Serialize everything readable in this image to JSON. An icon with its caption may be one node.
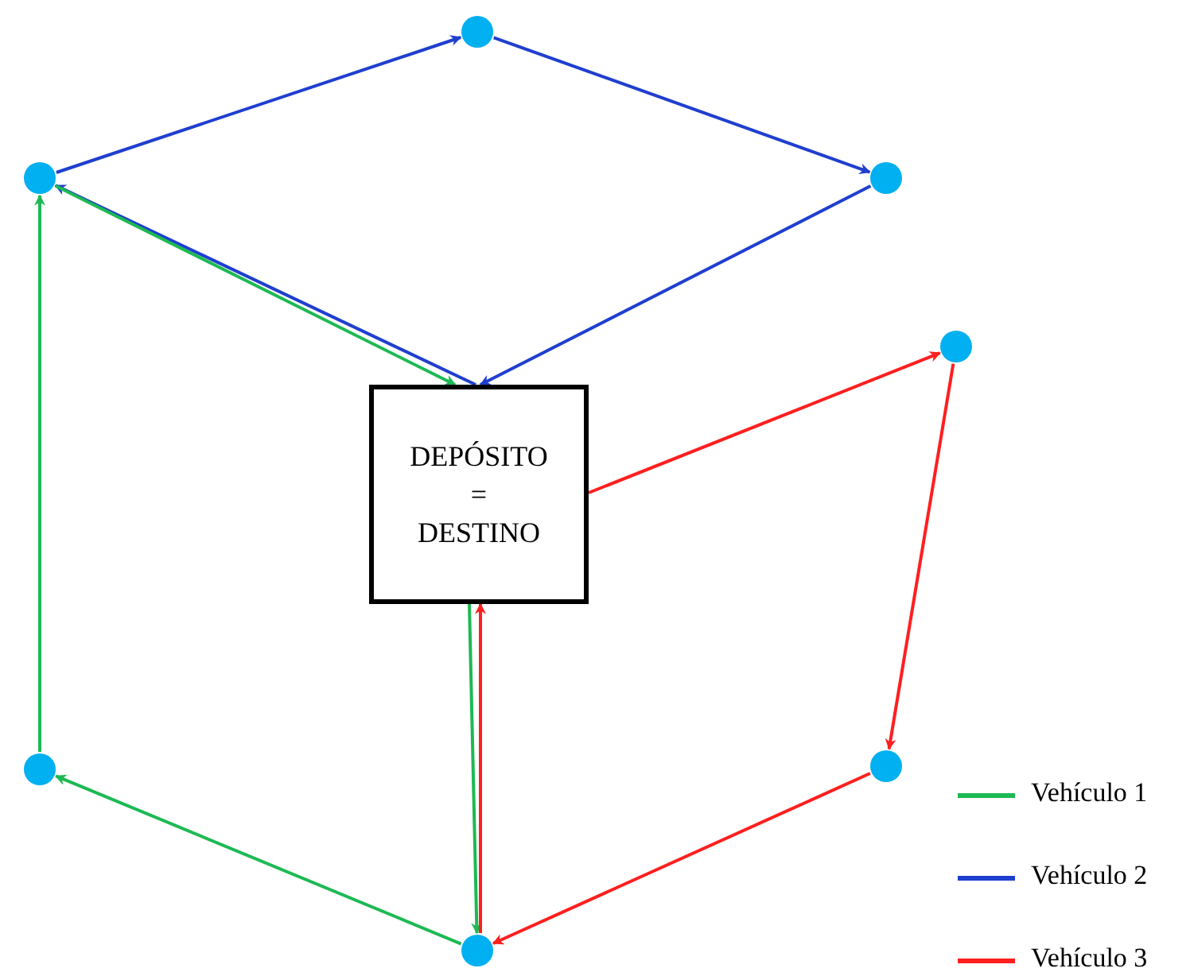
{
  "diagram": {
    "nodes": [
      {
        "text": [
          "DEPÓSITO = DESTINO"
        ]
      },
      {
        "text": [],
        "shape": "circle"
      },
      {
        "text": [],
        "shape": "circle"
      },
      {
        "text": [],
        "shape": "circle"
      },
      {
        "text": [],
        "shape": "circle"
      },
      {
        "text": [],
        "shape": "circle"
      },
      {
        "text": [],
        "shape": "circle"
      },
      {
        "text": [],
        "shape": "circle"
      }
    ],
    "edges": [
      {
        "from": 0,
        "to": 2,
        "arrow": "to",
        "color": "#1f3fcf"
      },
      {
        "from": 2,
        "to": 1,
        "arrow": "to",
        "color": "#1f3fcf"
      },
      {
        "from": 1,
        "to": 3,
        "arrow": "to",
        "color": "#1f3fcf"
      },
      {
        "from": 3,
        "to": 0,
        "arrow": "to",
        "color": "#1f3fcf"
      },
      {
        "from": 0,
        "to": 7,
        "arrow": "to",
        "color": "#1db954"
      },
      {
        "from": 7,
        "to": 5,
        "arrow": "to",
        "color": "#1db954"
      },
      {
        "from": 5,
        "to": 2,
        "arrow": "to",
        "color": "#1db954"
      },
      {
        "from": 2,
        "to": 0,
        "arrow": "to",
        "color": "#1db954"
      },
      {
        "from": 0,
        "to": 4,
        "arrow": "to",
        "color": "#ff1f1f"
      },
      {
        "from": 4,
        "to": 6,
        "arrow": "to",
        "color": "#ff1f1f"
      },
      {
        "from": 6,
        "to": 7,
        "arrow": "to",
        "color": "#ff1f1f"
      },
      {
        "from": 7,
        "to": 0,
        "arrow": "to",
        "color": "#ff1f1f"
      }
    ],
    "legend": [
      {
        "text": "Vehículo 1",
        "color": "#1db954"
      },
      {
        "text": "Vehículo 2",
        "color": "#1f3fcf"
      },
      {
        "text": "Vehículo 3",
        "color": "#ff1f1f"
      }
    ]
  }
}
